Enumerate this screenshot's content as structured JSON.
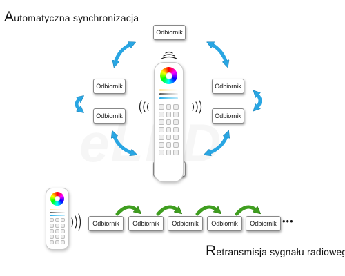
{
  "titles": {
    "sync_cap": "A",
    "sync_rest": "utomatyczna synchronizacja",
    "relay_cap": "R",
    "relay_rest": "etransmisja sygnału radiowego"
  },
  "receiver_label": "Odbiornik",
  "watermark_text": "eLED",
  "ellipsis": "•••",
  "colors": {
    "sync_arrow": "#29a6e3",
    "relay_arrow": "#3f9e1f",
    "box_border": "#888888"
  }
}
